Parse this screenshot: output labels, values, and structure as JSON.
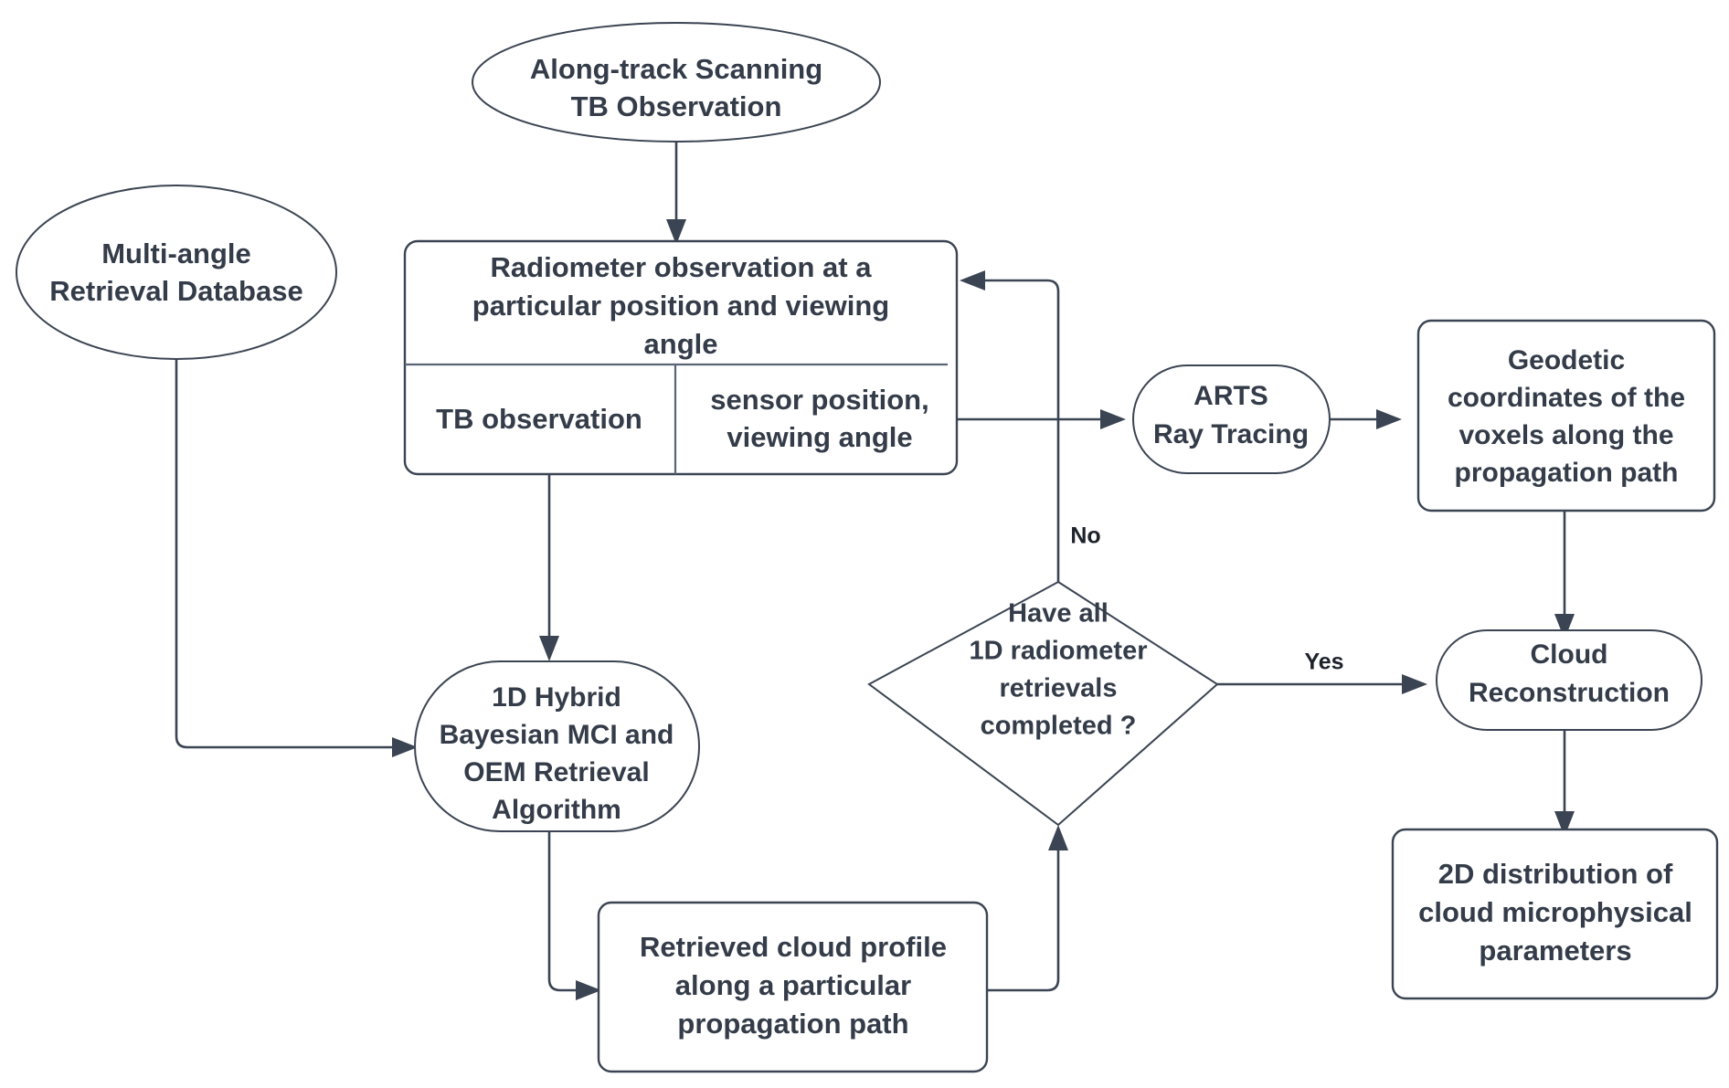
{
  "diagram": {
    "title": "Multi-angle microwave radiometer cloud retrieval flowchart",
    "colors": {
      "stroke": "#3b4452",
      "text": "#343c49",
      "background": "#ffffff",
      "divider": "#5a6477"
    },
    "nodes": {
      "along_track": {
        "shape": "ellipse",
        "lines": [
          "Along-track Scanning",
          "TB Observation"
        ]
      },
      "multi_angle_db": {
        "shape": "ellipse",
        "lines": [
          "Multi-angle",
          "Retrieval Database"
        ]
      },
      "radiometer_obs": {
        "shape": "rounded-rect-split",
        "header_lines": [
          "Radiometer observation at a",
          "particular position and viewing",
          "angle"
        ],
        "cell_left": [
          "TB observation"
        ],
        "cell_right": [
          "sensor position,",
          "viewing angle"
        ]
      },
      "arts_ray_tracing": {
        "shape": "stadium",
        "lines": [
          "ARTS",
          "Ray Tracing"
        ]
      },
      "geodetic_coords": {
        "shape": "rounded-rect",
        "lines": [
          "Geodetic",
          "coordinates of the",
          "voxels along the",
          "propagation path"
        ]
      },
      "hybrid_retrieval": {
        "shape": "stadium",
        "lines": [
          "1D Hybrid",
          "Bayesian MCI and",
          "OEM Retrieval",
          "Algorithm"
        ]
      },
      "decision": {
        "shape": "diamond",
        "lines": [
          "Have all",
          "1D radiometer",
          "retrievals",
          "completed ?"
        ]
      },
      "retrieved_profile": {
        "shape": "rounded-rect",
        "lines": [
          "Retrieved cloud profile",
          "along a particular",
          "propagation path"
        ]
      },
      "cloud_reconstruction": {
        "shape": "stadium",
        "lines": [
          "Cloud",
          "Reconstruction"
        ]
      },
      "result_2d": {
        "shape": "rounded-rect",
        "lines": [
          "2D distribution of",
          "cloud microphysical",
          "parameters"
        ]
      }
    },
    "edge_labels": {
      "no": "No",
      "yes": "Yes"
    }
  }
}
